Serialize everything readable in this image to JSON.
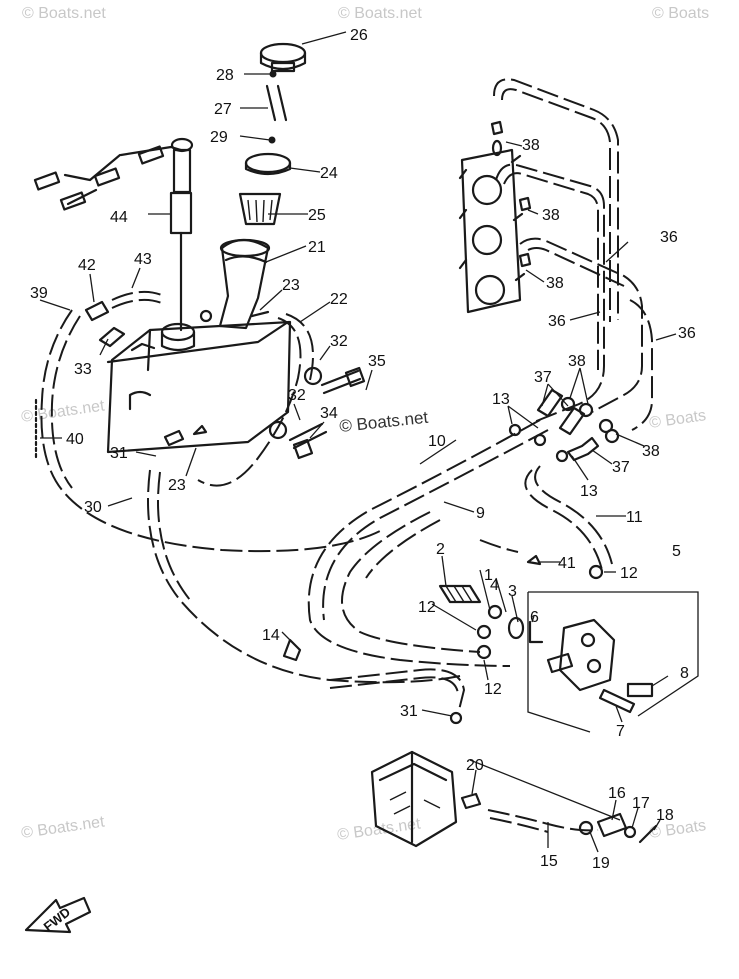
{
  "watermarks": {
    "top_left": "© Boats.net",
    "top_center": "© Boats.net",
    "top_right": "© Boats",
    "mid_left": "© Boats.net",
    "mid_center": "© Boats.net",
    "mid_right": "© Boats",
    "bottom_left": "© Boats.net",
    "bottom_center": "© Boats.net",
    "bottom_right": "© Boats"
  },
  "fwd_label": "FWD",
  "callouts": {
    "n1": "1",
    "n2": "2",
    "n3": "3",
    "n4": "4",
    "n5": "5",
    "n6": "6",
    "n7": "7",
    "n8": "8",
    "n9": "9",
    "n10": "10",
    "n11": "11",
    "n12a": "12",
    "n12b": "12",
    "n12c": "12",
    "n13a": "13",
    "n13b": "13",
    "n14": "14",
    "n15": "15",
    "n16": "16",
    "n17": "17",
    "n18": "18",
    "n19": "19",
    "n20": "20",
    "n21": "21",
    "n22": "22",
    "n23a": "23",
    "n23b": "23",
    "n24": "24",
    "n25": "25",
    "n26": "26",
    "n27": "27",
    "n28": "28",
    "n29": "29",
    "n30": "30",
    "n31a": "31",
    "n31b": "31",
    "n32a": "32",
    "n32b": "32",
    "n33": "33",
    "n34": "34",
    "n35": "35",
    "n36a": "36",
    "n36b": "36",
    "n36c": "36",
    "n37a": "37",
    "n37b": "37",
    "n38a": "38",
    "n38b": "38",
    "n38c": "38",
    "n38d": "38",
    "n38e": "38",
    "n39": "39",
    "n40": "40",
    "n41": "41",
    "n42": "42",
    "n43": "43",
    "n44": "44"
  }
}
